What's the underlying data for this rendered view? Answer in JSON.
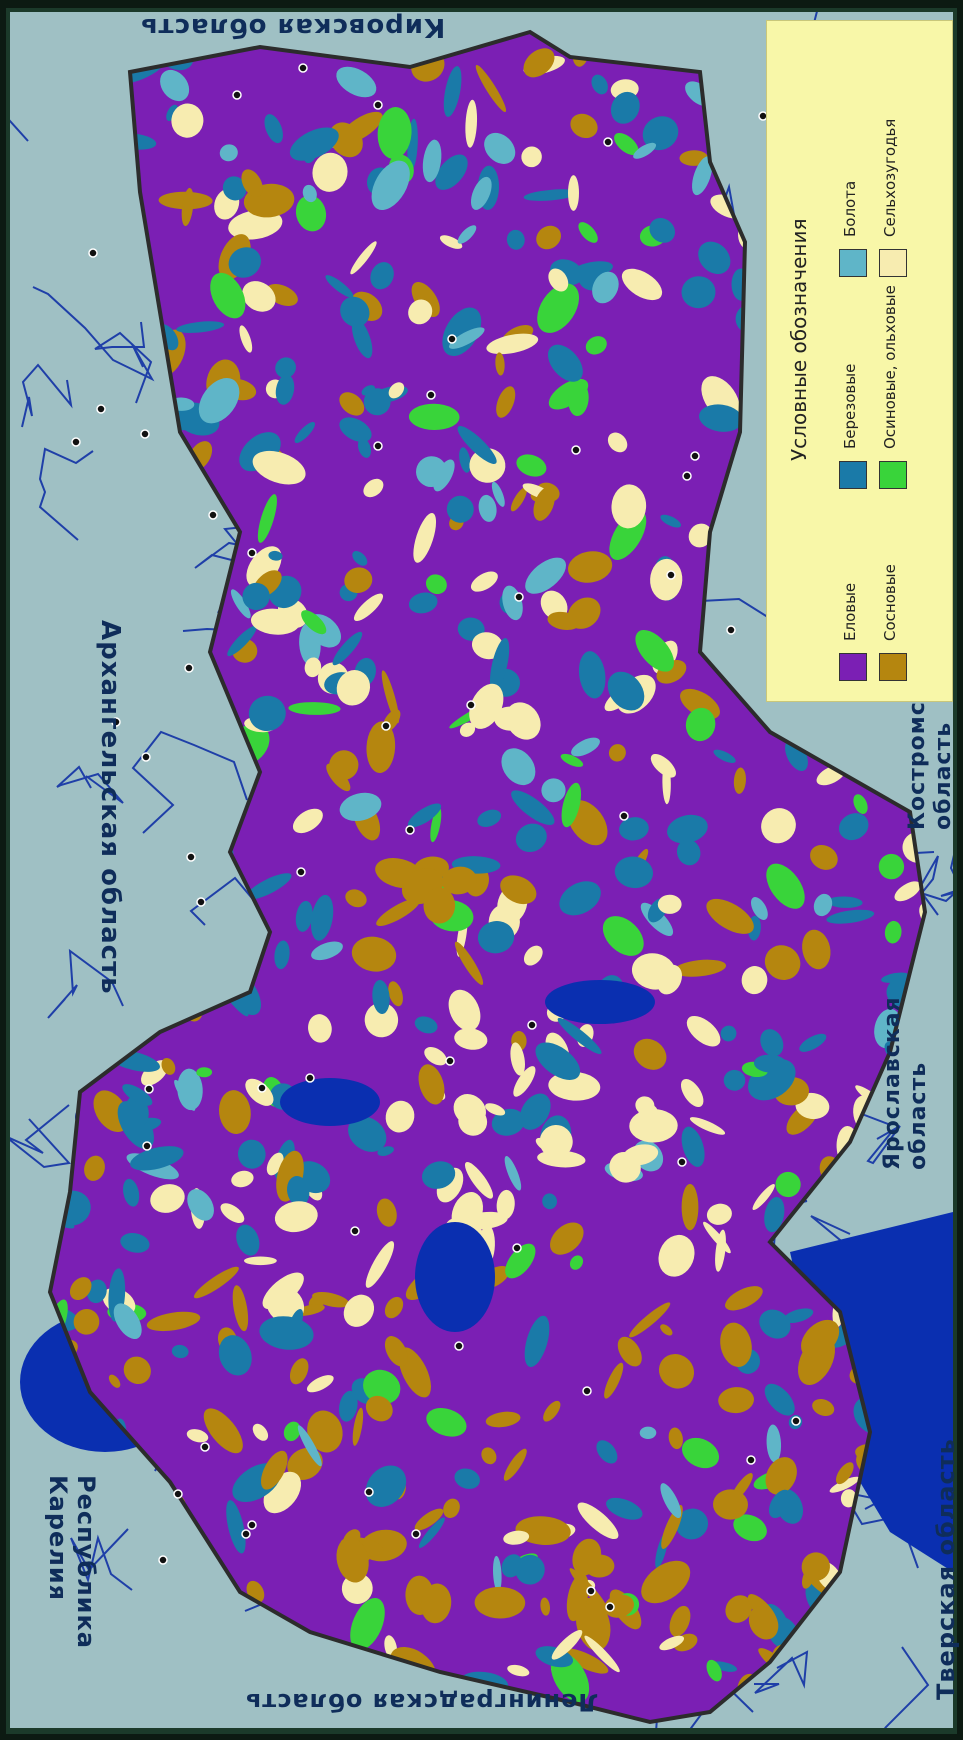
{
  "map": {
    "regions": {
      "arkhangelsk": "Архангельская область",
      "kirov": "Кировская область",
      "karelia_line1": "Республика",
      "karelia_line2": "Карелия",
      "leningrad": "Ленинградская область",
      "tver": "Тверская область",
      "yaroslavl_line1": "Ярославская",
      "yaroslavl_line2": "область",
      "kostroma_line1": "Костромская",
      "kostroma_line2": "область"
    },
    "colors": {
      "spruce": "#7b1fb4",
      "birch": "#1a7aa8",
      "pine": "#b5860f",
      "aspen_alder": "#39d43a",
      "swamp": "#5fb5c8",
      "agricultural": "#f7ecb0",
      "water": "#0a2fb0",
      "background": "#9fc0c4",
      "border": "#2c2c2c"
    }
  },
  "legend": {
    "title": "Условные обозначения",
    "items": [
      {
        "label": "Еловые",
        "color": "#7b1fb4"
      },
      {
        "label": "Сосновые",
        "color": "#b5860f"
      },
      {
        "label": "Березовые",
        "color": "#1a7aa8"
      },
      {
        "label": "Осиновые, ольховые",
        "color": "#39d43a"
      },
      {
        "label": "Болота",
        "color": "#5fb5c8"
      },
      {
        "label": "Сельхозугодья",
        "color": "#f7ecb0"
      }
    ]
  }
}
